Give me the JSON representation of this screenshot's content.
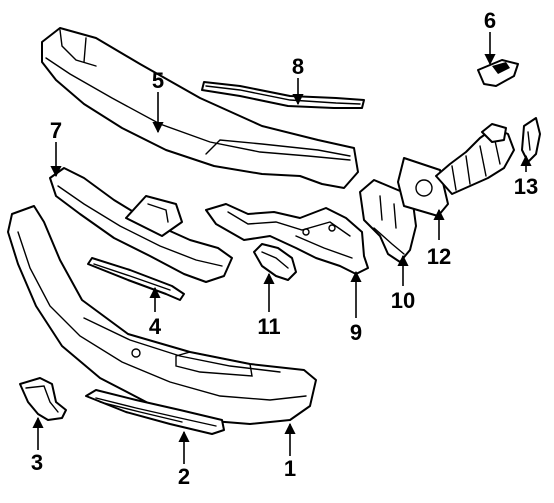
{
  "callouts": [
    {
      "id": "1",
      "label": "1"
    },
    {
      "id": "2",
      "label": "2"
    },
    {
      "id": "3",
      "label": "3"
    },
    {
      "id": "4",
      "label": "4"
    },
    {
      "id": "5",
      "label": "5"
    },
    {
      "id": "6",
      "label": "6"
    },
    {
      "id": "7",
      "label": "7"
    },
    {
      "id": "8",
      "label": "8"
    },
    {
      "id": "9",
      "label": "9"
    },
    {
      "id": "10",
      "label": "10"
    },
    {
      "id": "11",
      "label": "11"
    },
    {
      "id": "12",
      "label": "12"
    },
    {
      "id": "13",
      "label": "13"
    }
  ],
  "colors": {
    "ink": "#000000",
    "background": "#ffffff"
  }
}
